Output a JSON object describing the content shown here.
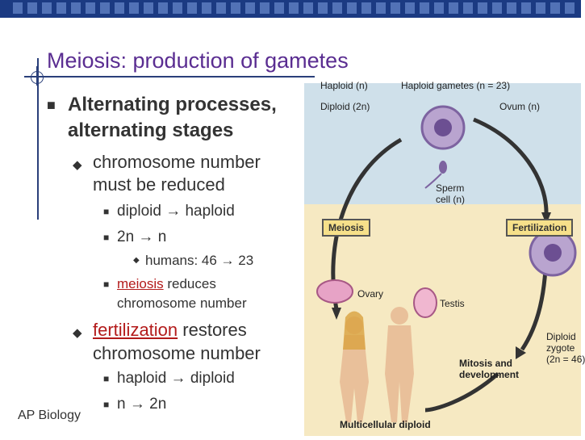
{
  "slide": {
    "title": "Meiosis: production of gametes",
    "footer": "AP Biology"
  },
  "bullets": {
    "b1": {
      "line1": "Alternating processes,",
      "line2": "alternating stages"
    },
    "b2": {
      "line1": "chromosome number",
      "line2": "must be reduced"
    },
    "b3": "diploid → haploid",
    "b4": "2n → n",
    "b5": "humans: 46 → 23",
    "b6": {
      "link": "meiosis",
      "rest": " reduces",
      "line2": "chromosome number"
    },
    "b7": {
      "link": "fertilization",
      "rest": " restores",
      "line2": "chromosome number"
    },
    "b8": "haploid → diploid",
    "b9": "n → 2n"
  },
  "diagram": {
    "haploid": "Haploid (n)",
    "haploid_gametes": "Haploid gametes (n = 23)",
    "diploid": "Diploid (2n)",
    "ovum": "Ovum (n)",
    "sperm_line1": "Sperm",
    "sperm_line2": "cell (n)",
    "meiosis": "Meiosis",
    "fertilization": "Fertilization",
    "ovary": "Ovary",
    "testis": "Testis",
    "zygote_line1": "Diploid",
    "zygote_line2": "zygote",
    "zygote_line3": "(2n = 46)",
    "mitosis_line1": "Mitosis and",
    "mitosis_line2": "development",
    "multicellular": "Multicellular diploid"
  },
  "colors": {
    "title": "#5a2d91",
    "topbar": "#1b3a82",
    "link": "#b31b1b",
    "haploid_band": "#cfe0ea",
    "diploid_band": "#f6e9c2",
    "label_box": "#f6e08a"
  }
}
